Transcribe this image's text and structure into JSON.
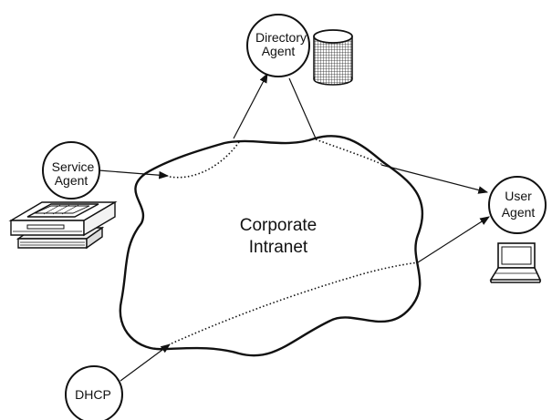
{
  "cloud": {
    "line1": "Corporate",
    "line2": "Intranet"
  },
  "nodes": {
    "directory": {
      "line1": "Directory",
      "line2": "Agent"
    },
    "service": {
      "line1": "Service",
      "line2": "Agent"
    },
    "user": {
      "line1": "User",
      "line2": "Agent"
    },
    "dhcp": {
      "line1": "DHCP"
    }
  },
  "icons": {
    "directory_store": "database-cylinder-icon",
    "service_device": "printer-icon",
    "user_device": "laptop-icon"
  },
  "colors": {
    "ink": "#111111",
    "background": "#ffffff"
  }
}
